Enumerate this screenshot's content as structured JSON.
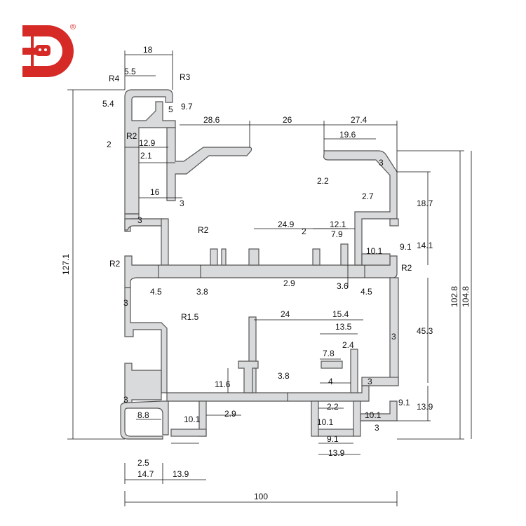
{
  "brand": {
    "logo_letter": "D",
    "registered_mark": "®",
    "primary_color": "#d62a27"
  },
  "drawing": {
    "profile_color": "#d9dadb",
    "outline_color": "#555555",
    "dimensions": [
      "18",
      "5.5",
      "R4",
      "R3",
      "5.4",
      "5",
      "9.7",
      "R2",
      "2",
      "12.9",
      "2.1",
      "28.6",
      "26",
      "27.4",
      "19.6",
      "3",
      "2.2",
      "2.7",
      "18.7",
      "16",
      "3",
      "3",
      "R2",
      "24.9",
      "12.1",
      "2",
      "7.9",
      "10.1",
      "9.1",
      "14.1",
      "R2",
      "4.5",
      "3.8",
      "2.9",
      "3.6",
      "4.5",
      "R2",
      "3",
      "R1.5",
      "24",
      "15.4",
      "13.5",
      "2.4",
      "45.3",
      "3",
      "7.8",
      "11.6",
      "3.8",
      "4",
      "3",
      "3",
      "9.1",
      "13.9",
      "8.8",
      "10.1",
      "2.9",
      "2.2",
      "10.1",
      "10.1",
      "3",
      "9.1",
      "2.5",
      "14.7",
      "13.9",
      "13.9",
      "100",
      "127.1",
      "102.8",
      "104.8"
    ]
  }
}
